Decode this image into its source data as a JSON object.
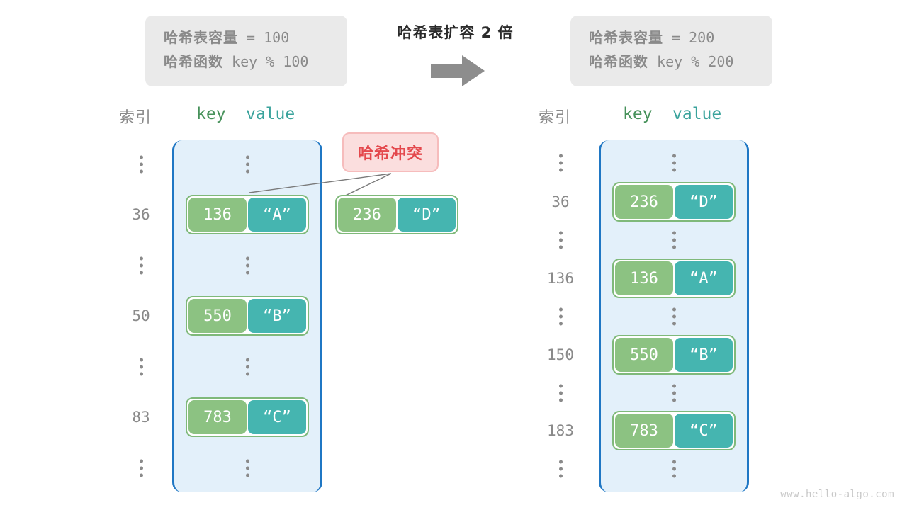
{
  "watermark": "www.hello-algo.com",
  "center": {
    "caption": "哈希表扩容 2 倍",
    "arrow_icon": "right-arrow-icon"
  },
  "before_card": {
    "capacity_label": "哈希表容量",
    "capacity_value": " = 100",
    "function_label": "哈希函数",
    "function_value": " key % 100"
  },
  "after_card": {
    "capacity_label": "哈希表容量",
    "capacity_value": " = 200",
    "function_label": "哈希函数",
    "function_value": " key % 200"
  },
  "collision_badge": {
    "label": "哈希冲突"
  },
  "left_table": {
    "header_index": "索引",
    "header_key": "key",
    "header_value": "value",
    "rows": [
      {
        "index": "⋮",
        "type": "dots"
      },
      {
        "index": "36",
        "type": "pair",
        "key": "136",
        "value": "“A”"
      },
      {
        "index": "⋮",
        "type": "dots"
      },
      {
        "index": "50",
        "type": "pair",
        "key": "550",
        "value": "“B”"
      },
      {
        "index": "⋮",
        "type": "dots"
      },
      {
        "index": "83",
        "type": "pair",
        "key": "783",
        "value": "“C”"
      },
      {
        "index": "⋮",
        "type": "dots"
      }
    ]
  },
  "overflow_pair": {
    "key": "236",
    "value": "“D”"
  },
  "right_table": {
    "header_index": "索引",
    "header_key": "key",
    "header_value": "value",
    "rows": [
      {
        "index": "⋮",
        "type": "dots"
      },
      {
        "index": "36",
        "type": "pair",
        "key": "236",
        "value": "“D”"
      },
      {
        "index": "⋮",
        "type": "dots"
      },
      {
        "index": "136",
        "type": "pair",
        "key": "136",
        "value": "“A”"
      },
      {
        "index": "⋮",
        "type": "dots"
      },
      {
        "index": "150",
        "type": "pair",
        "key": "550",
        "value": "“B”"
      },
      {
        "index": "⋮",
        "type": "dots"
      },
      {
        "index": "183",
        "type": "pair",
        "key": "783",
        "value": "“C”"
      },
      {
        "index": "⋮",
        "type": "dots"
      }
    ]
  },
  "colors": {
    "key_fill": "#8cc282",
    "value_fill": "#45b5b0",
    "bucket_fill": "#e3f0fa",
    "bucket_border": "#1f77c4",
    "badge_fill": "#fbdede",
    "badge_text": "#e4484d",
    "card_fill": "#eaeaea",
    "muted_text": "#8a8a8a"
  }
}
